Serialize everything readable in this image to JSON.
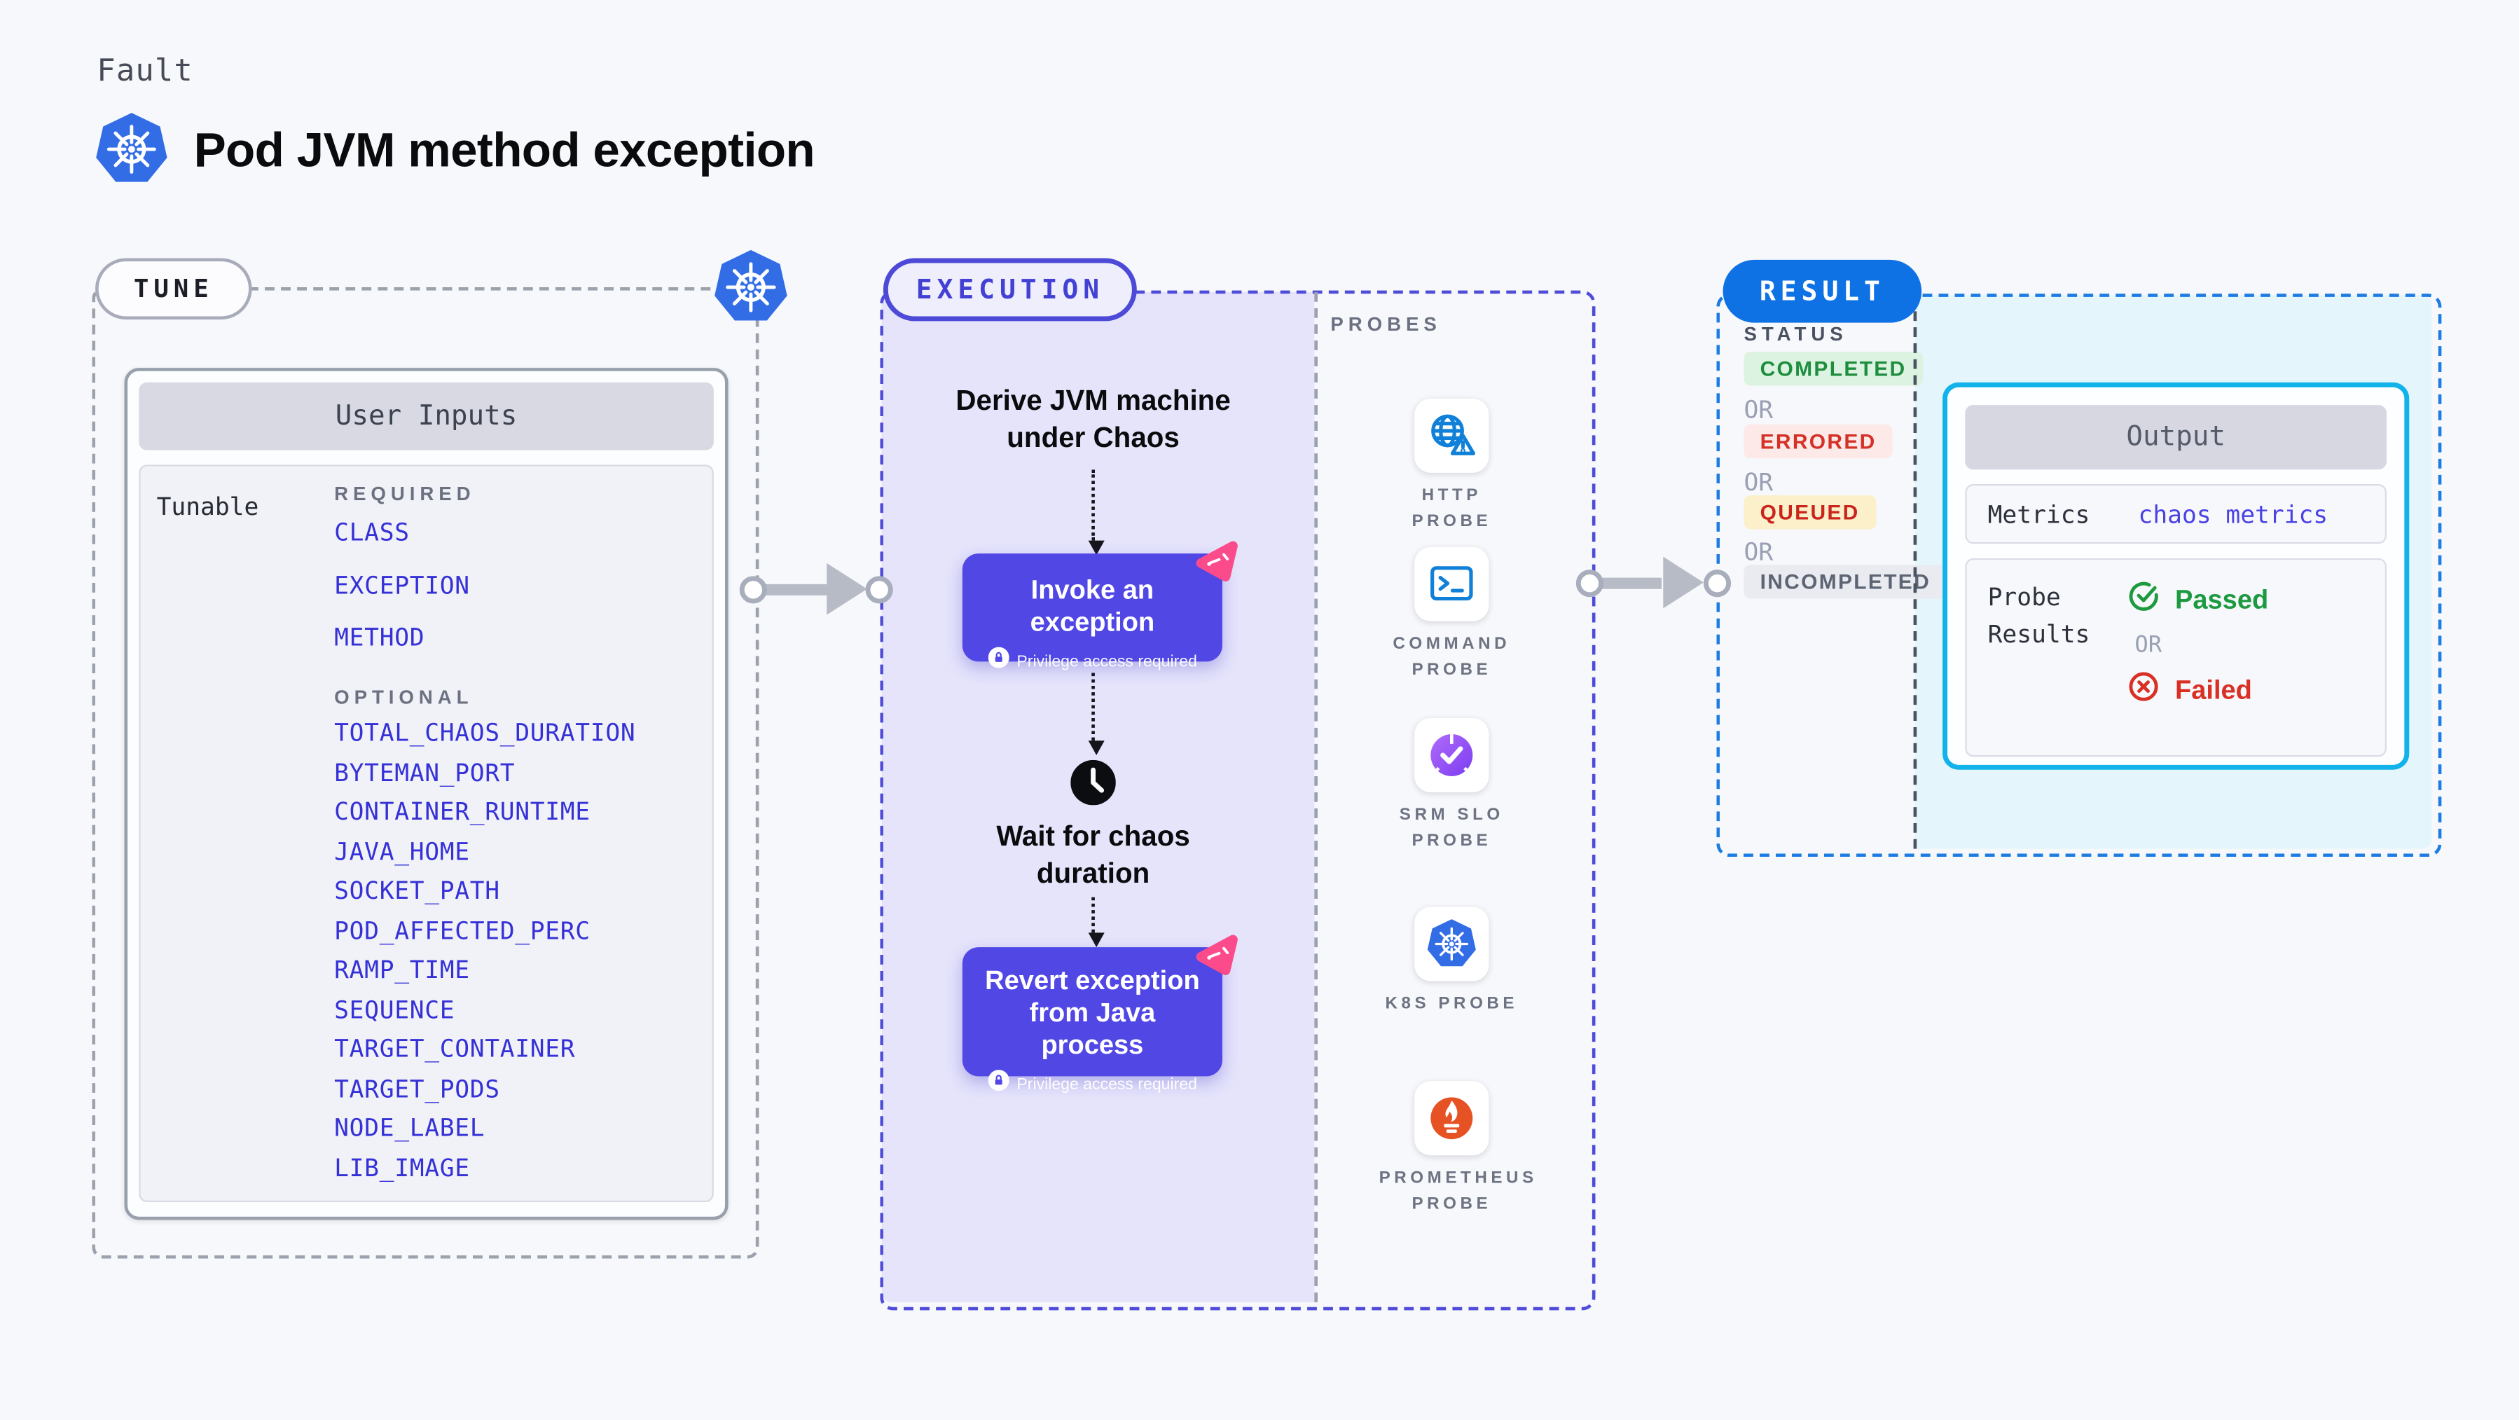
{
  "page": {
    "kind_label": "Fault",
    "title": "Pod JVM method exception",
    "title_icon": "kubernetes-icon"
  },
  "tune": {
    "label": "TUNE",
    "corner_icon": "kubernetes-icon",
    "user_inputs": {
      "title": "User Inputs",
      "row_label": "Tunable",
      "required_label": "REQUIRED",
      "required_items": [
        "CLASS",
        "EXCEPTION",
        "METHOD"
      ],
      "optional_label": "OPTIONAL",
      "optional_items": [
        "TOTAL_CHAOS_DURATION",
        "BYTEMAN_PORT",
        "CONTAINER_RUNTIME",
        "JAVA_HOME",
        "SOCKET_PATH",
        "POD_AFFECTED_PERC",
        "RAMP_TIME",
        "SEQUENCE",
        "TARGET_CONTAINER",
        "TARGET_PODS",
        "NODE_LABEL",
        "LIB_IMAGE"
      ]
    }
  },
  "execution": {
    "label": "EXECUTION",
    "derive_step": "Derive JVM machine under Chaos",
    "invoke_step": {
      "title": "Invoke an exception",
      "badge": "Privilege access required",
      "badge_icon": "lock-icon",
      "corner_icon": "litmus-chaos-icon"
    },
    "wait_step": {
      "title": "Wait for chaos duration",
      "icon": "clock-icon"
    },
    "revert_step": {
      "title": "Revert exception from Java process",
      "badge": "Privilege access required",
      "badge_icon": "lock-icon",
      "corner_icon": "litmus-chaos-icon"
    },
    "probes": {
      "label": "PROBES",
      "items": [
        {
          "name": "HTTP PROBE",
          "icon": "globe-alert-icon"
        },
        {
          "name": "COMMAND PROBE",
          "icon": "terminal-icon"
        },
        {
          "name": "SRM SLO PROBE",
          "icon": "slo-check-icon"
        },
        {
          "name": "K8S PROBE",
          "icon": "kubernetes-icon"
        },
        {
          "name": "PROMETHEUS PROBE",
          "icon": "prometheus-icon"
        }
      ]
    }
  },
  "result": {
    "label": "RESULT",
    "status_label": "STATUS",
    "or_label": "OR",
    "statuses": [
      {
        "text": "COMPLETED",
        "color": "#1e8e3e",
        "background": "#ddf3e1"
      },
      {
        "text": "ERRORED",
        "color": "#d43127",
        "background": "#fce9e8"
      },
      {
        "text": "QUEUED",
        "color": "#c9251d",
        "background": "#fcf0ca"
      },
      {
        "text": "INCOMPLETED",
        "color": "#5d6473",
        "background": "#e9ebf1"
      }
    ],
    "output": {
      "title": "Output",
      "metrics_label": "Metrics",
      "metrics_value": "chaos metrics",
      "probe_results_label": "Probe Results",
      "passed_label": "Passed",
      "or_label": "OR",
      "failed_label": "Failed"
    }
  },
  "colors": {
    "page_background": "#f7f8fb",
    "accent_indigo": "#5147e5",
    "env_link": "#3531d7",
    "execution_border": "#4f4cd9",
    "execution_panel": "#e5e4fb",
    "result_border": "#1c7ce2",
    "result_pill": "#0e71e4",
    "output_border": "#12b3ea",
    "output_panel": "#e4f5fc",
    "kubernetes_blue": "#326de6",
    "probe_icon_blue": "#1080d8",
    "prometheus_orange": "#e75225",
    "litmus_pink": "#fb4b8b",
    "passed_green": "#1d9a3f",
    "failed_red": "#da2f23"
  }
}
